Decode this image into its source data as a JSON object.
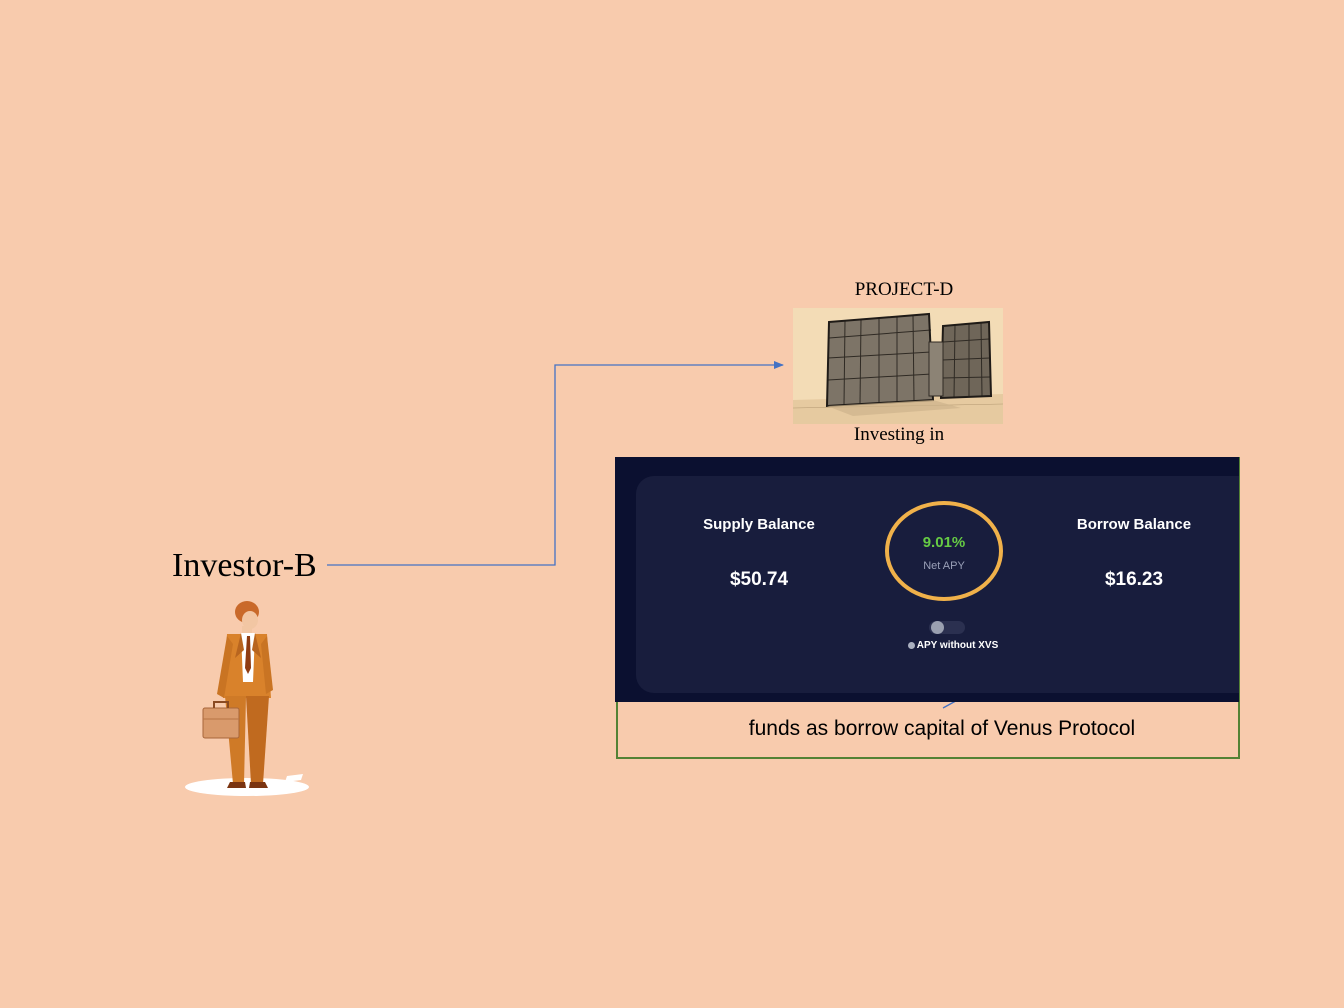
{
  "investor": {
    "label": "Investor-B",
    "figure_icon": "businessman-with-briefcase-icon"
  },
  "project": {
    "title": "PROJECT-D",
    "image_icon": "building-sketch-icon",
    "caption": "Investing in"
  },
  "dashboard": {
    "supply_heading": "Supply Balance",
    "supply_value": "$50.74",
    "net_apy_value": "9.01%",
    "net_apy_label": "Net APY",
    "toggle_label": "APY without XVS",
    "borrow_heading": "Borrow Balance",
    "borrow_value": "$16.23"
  },
  "caption": "funds as borrow capital of Venus Protocol",
  "colors": {
    "background": "#f8cbad",
    "connector": "#4472c4",
    "box_border": "#548235",
    "dashboard_bg": "#0b1030",
    "card_bg": "#181d3d",
    "apy_ring": "#f0b14a",
    "apy_green": "#66cc44",
    "figure_suit": "#d9822b"
  }
}
